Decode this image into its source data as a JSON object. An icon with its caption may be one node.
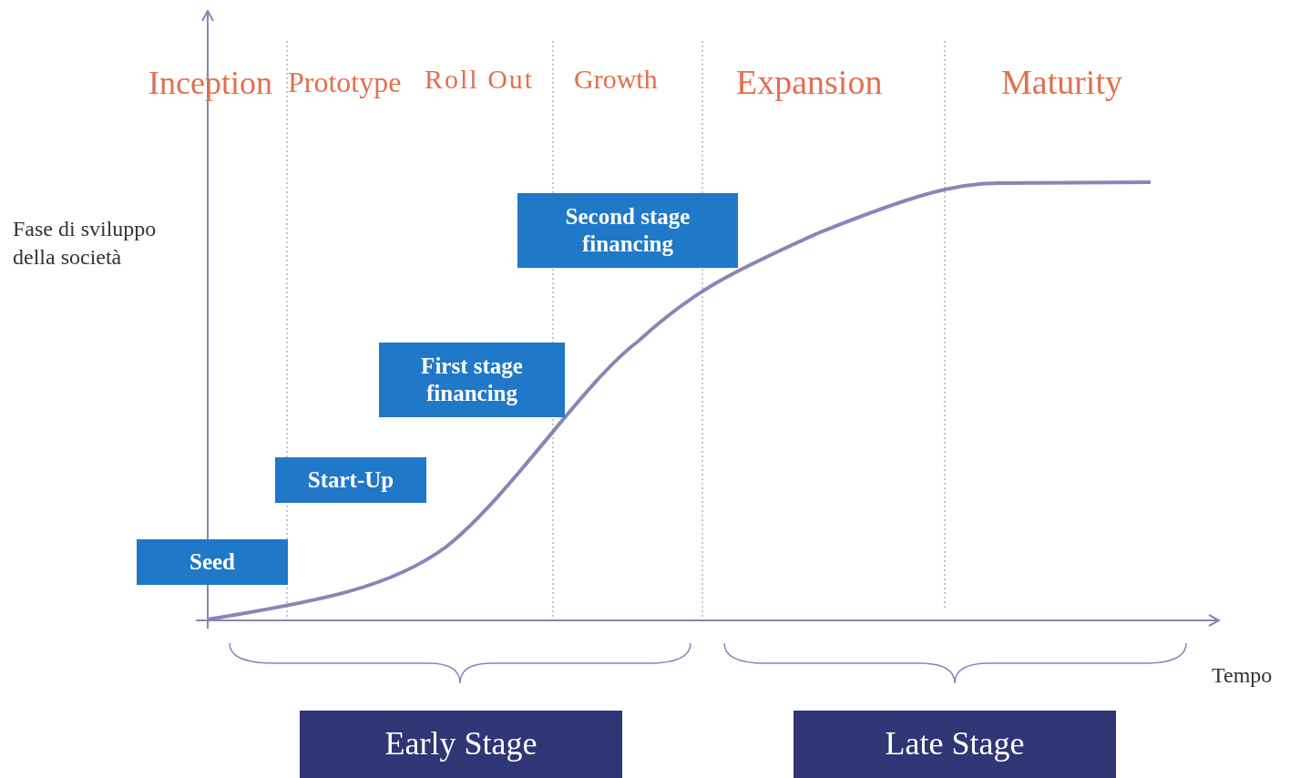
{
  "diagram": {
    "nodes": [
      {
        "text": [
          "Seed"
        ]
      },
      {
        "text": [
          "Start-Up"
        ]
      },
      {
        "text": [
          "First stage financing"
        ]
      },
      {
        "text": [
          "Second stage financing"
        ]
      },
      {
        "text": [
          "Early Stage"
        ]
      },
      {
        "text": [
          "Late Stage"
        ]
      }
    ],
    "labels": [
      "Inception",
      "Prototype",
      "Roll Out",
      "Growth",
      "Expansion",
      "Maturity",
      "Fase di sviluppo della società",
      "Tempo"
    ]
  }
}
